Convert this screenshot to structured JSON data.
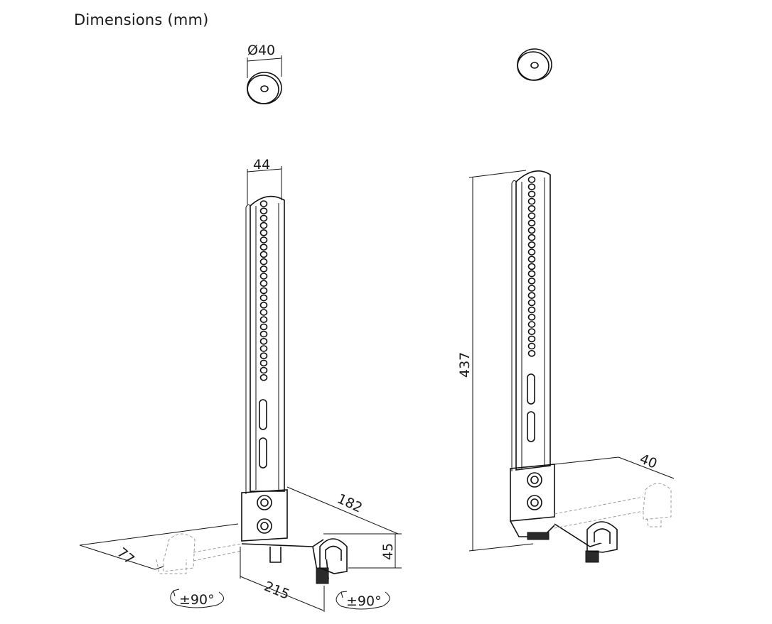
{
  "header": {
    "title": "Dimensions (mm)"
  },
  "dimensions": {
    "pad_diameter": "Ø40",
    "column_width": "44",
    "base_length": "182",
    "base_width": "215",
    "side_offset": "77",
    "base_height": "45",
    "total_height": "437",
    "pad_depth": "40"
  },
  "rotation": {
    "left": "±90°",
    "right": "±90°"
  },
  "colors": {
    "line": "#111111",
    "ghost": "#999999"
  }
}
